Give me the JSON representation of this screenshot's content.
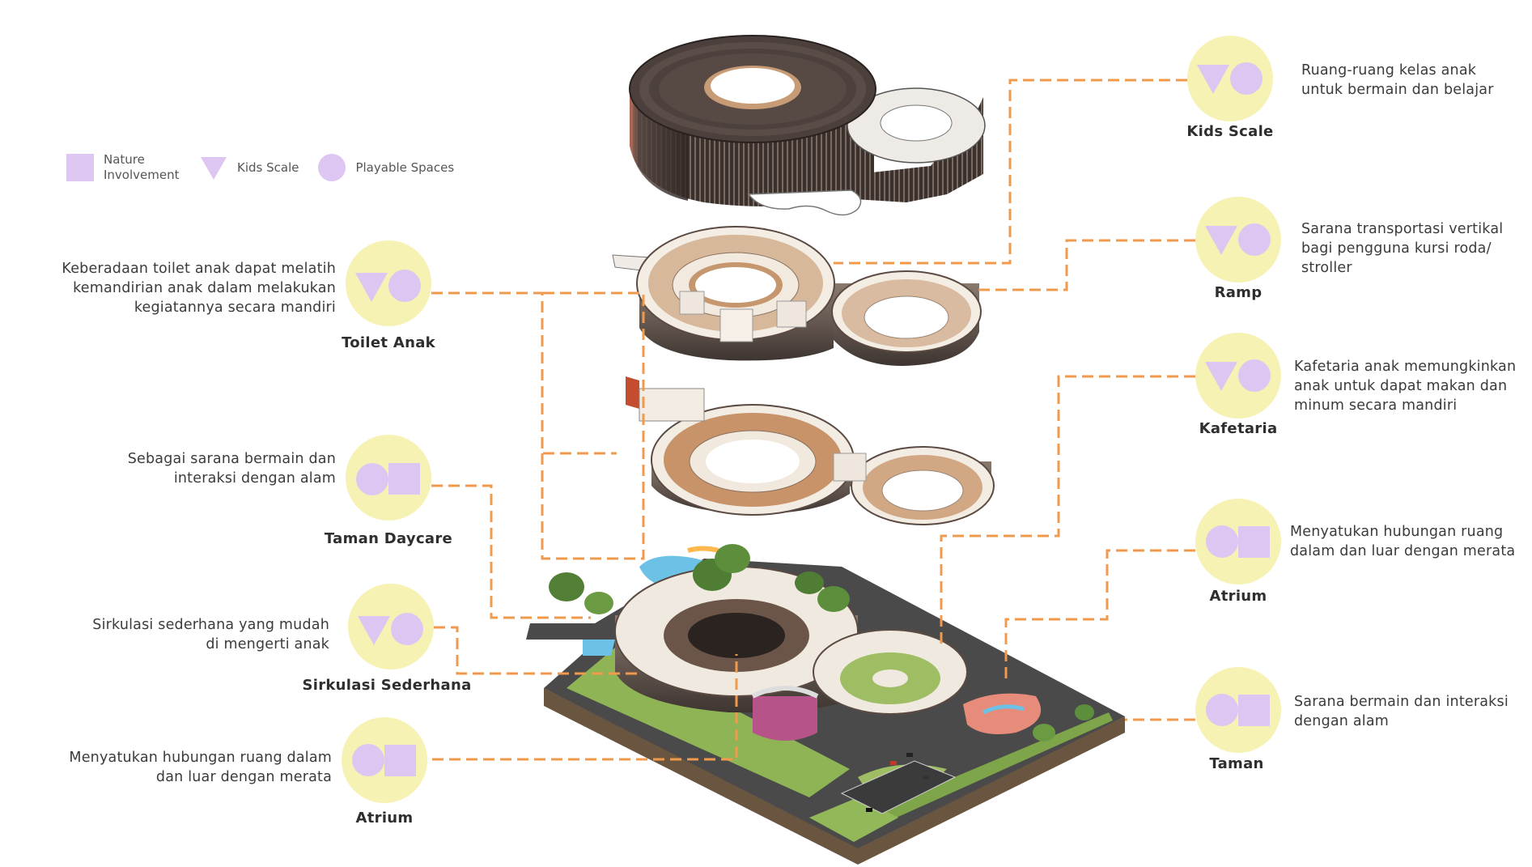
{
  "colors": {
    "badge_bg": "#f6f2b3",
    "symbol": "#ddc6f2",
    "connector": "#ef9a4c",
    "roof_dark": "#4a3c36",
    "timber": "#c49472",
    "wall_light": "#f3ece3",
    "grass": "#8fb456",
    "water": "#6cc2e6",
    "asphalt": "#4a4a4a"
  },
  "legend": [
    {
      "icon": "square",
      "label": "Nature Involvement"
    },
    {
      "icon": "triangle",
      "label": "Kids Scale"
    },
    {
      "icon": "circle",
      "label": "Playable Spaces"
    }
  ],
  "left_items": [
    {
      "title": "Toilet Anak",
      "description": "Keberadaan toilet anak dapat melatih kemandirian anak dalam melakukan kegiatannya secara mandiri",
      "symbols": [
        "triangle",
        "circle"
      ]
    },
    {
      "title": "Taman Daycare",
      "description": "Sebagai sarana bermain dan  interaksi dengan alam",
      "symbols": [
        "circle",
        "square"
      ]
    },
    {
      "title": "Sirkulasi Sederhana",
      "description": "Sirkulasi sederhana  yang mudah di mengerti anak",
      "symbols": [
        "triangle",
        "circle"
      ]
    },
    {
      "title": "Atrium",
      "description": "Menyatukan  hubungan ruang dalam dan luar dengan merata",
      "symbols": [
        "circle",
        "square"
      ]
    }
  ],
  "right_items": [
    {
      "title": "Kids Scale",
      "description": "Ruang-ruang kelas anak untuk bermain dan belajar",
      "symbols": [
        "triangle",
        "circle"
      ]
    },
    {
      "title": "Ramp",
      "description": "Sarana transportasi vertikal bagi pengguna kursi roda/ stroller",
      "symbols": [
        "triangle",
        "circle"
      ]
    },
    {
      "title": "Kafetaria",
      "description": "Kafetaria anak memungkinkan anak untuk dapat makan dan minum secara mandiri",
      "symbols": [
        "triangle",
        "circle"
      ]
    },
    {
      "title": "Atrium",
      "description": "Menyatukan  hubungan ruang dalam dan luar dengan merata",
      "symbols": [
        "circle",
        "square"
      ]
    },
    {
      "title": "Taman",
      "description": "Sarana bermain dan interaksi dengan alam",
      "symbols": [
        "circle",
        "square"
      ]
    }
  ]
}
